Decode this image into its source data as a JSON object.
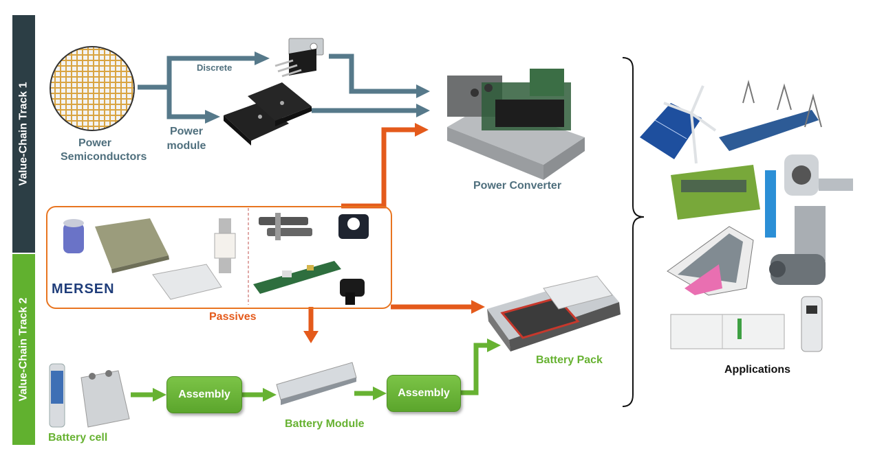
{
  "tracks": {
    "track1": "Value-Chain Track 1",
    "track2": "Value-Chain  Track 2"
  },
  "labels": {
    "power_semiconductors_line1": "Power",
    "power_semiconductors_line2": "Semiconductors",
    "discrete": "Discrete",
    "power_module_line1": "Power",
    "power_module_line2": "module",
    "power_converter": "Power Converter",
    "passives": "Passives",
    "battery_pack": "Battery Pack",
    "battery_module": "Battery Module",
    "battery_cell": "Battery cell",
    "applications": "Applications",
    "mersen_logo": "MERSEN"
  },
  "buttons": {
    "assembly1": "Assembly",
    "assembly2": "Assembly"
  },
  "colors": {
    "track1": "#2c3e45",
    "track2": "#61b12f",
    "blue_arrow": "#56798a",
    "orange_arrow": "#e45a1b",
    "green_arrow": "#67b232"
  }
}
